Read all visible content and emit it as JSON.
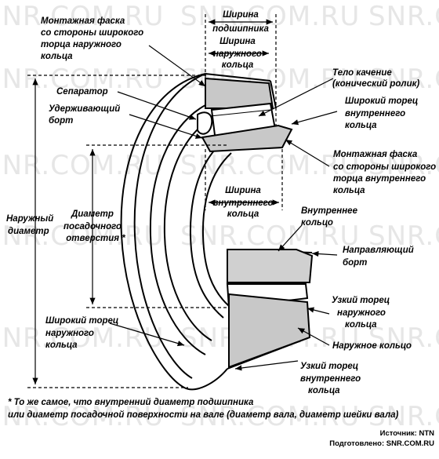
{
  "watermark": "SNR.COM.RU",
  "labels": {
    "mount_chamfer_outer": [
      "Монтажная фаска",
      "со стороны широкого",
      "торца наружного",
      "кольца"
    ],
    "bearing_width": [
      "Ширина",
      "подшипника"
    ],
    "outer_ring_width": [
      "Ширина",
      "наружного",
      "кольца"
    ],
    "separator": "Сепаратор",
    "retaining_flange": [
      "Удерживающий",
      "борт"
    ],
    "rolling_body": [
      "Тело качение",
      "(конический ролик)"
    ],
    "wide_face_inner": [
      "Широкий торец",
      "внутреннего",
      "кольца"
    ],
    "mount_chamfer_inner": [
      "Монтажная фаска",
      "со стороны широкого",
      "торца внутреннего",
      "кольца"
    ],
    "inner_ring_width": [
      "Ширина",
      "внутреннего",
      "кольца"
    ],
    "outer_diameter": [
      "Наружный",
      "диаметр"
    ],
    "bore_diameter": [
      "Диаметр",
      "посадочного",
      "отверстия *"
    ],
    "inner_ring": [
      "Внутреннее",
      "кольцо"
    ],
    "guide_flange": [
      "Направляющий",
      "борт"
    ],
    "wide_face_outer": [
      "Широкий торец",
      "наружного",
      "кольца"
    ],
    "narrow_face_outer": [
      "Узкий торец",
      "наружного",
      "кольца"
    ],
    "outer_ring": "Наружное кольцо",
    "narrow_face_inner": [
      "Узкий торец",
      "внутреннего",
      "кольца"
    ]
  },
  "footnote": {
    "line1": "* То же самое, что внутренний диаметр подшипника",
    "line2": "или диаметр посадочной поверхности на вале (диаметр вала, диаметр шейки вала)"
  },
  "source": {
    "line1": "Источник: NTN",
    "line2": "Подготовлено: SNR.COM.RU"
  }
}
